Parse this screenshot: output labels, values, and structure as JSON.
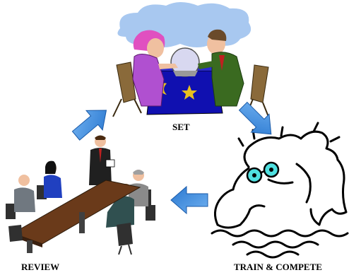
{
  "labels": {
    "set": "SET",
    "review": "REVIEW",
    "train": "TRAIN & COMPETE"
  },
  "icons": {
    "fortune_teller": "fortune-teller-clipart-icon",
    "meeting": "meeting-clipart-icon",
    "swimmer": "swimmer-clipart-icon",
    "arrow": "arrow-icon"
  },
  "colors": {
    "arrow_fill": "#3f8fe0",
    "cloud": "#a8c8f0",
    "tablecloth": "#1010b0",
    "crystal_ball": "#d8d8f0",
    "goggles": "#4fe0e0"
  }
}
